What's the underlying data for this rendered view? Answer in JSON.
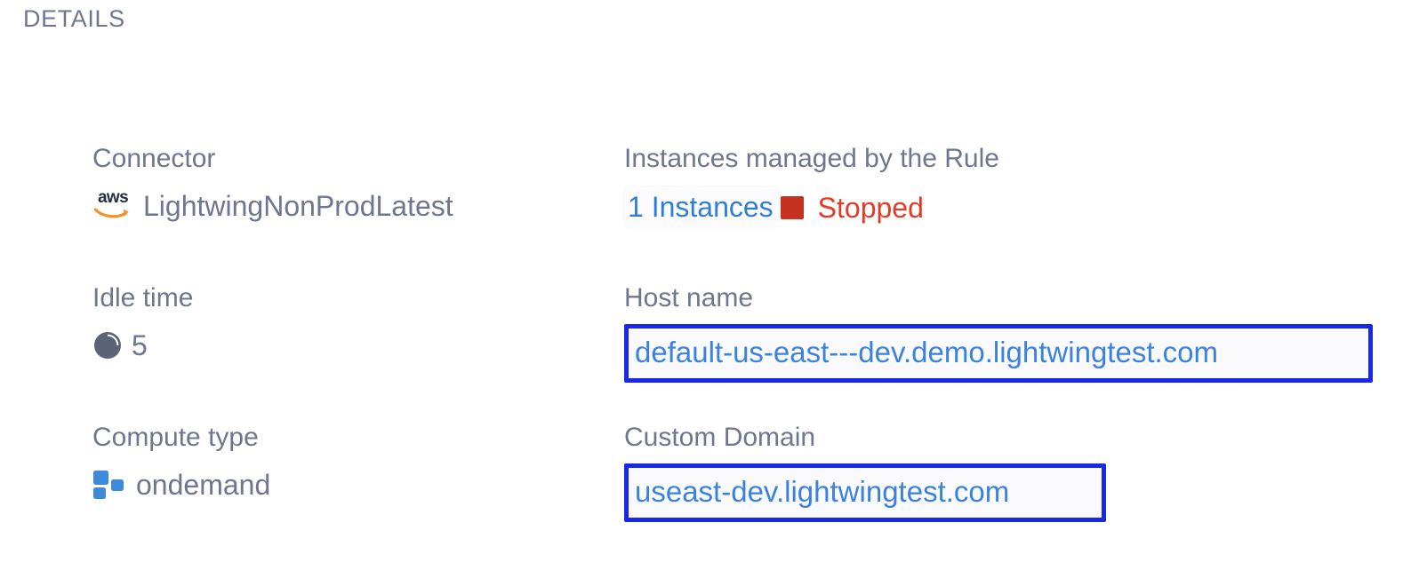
{
  "section": {
    "title": "DETAILS"
  },
  "fields": {
    "connector": {
      "label": "Connector",
      "value": "LightwingNonProdLatest",
      "icon": "aws-logo-icon",
      "icon_text": "aws"
    },
    "instances": {
      "label": "Instances managed by the Rule",
      "count_label": "1 Instances",
      "status": "Stopped",
      "status_color": "#e03c28",
      "status_swatch_color": "#c5321f"
    },
    "idle_time": {
      "label": "Idle time",
      "value": "5",
      "icon": "clock-icon"
    },
    "host_name": {
      "label": "Host name",
      "value": "default-us-east---dev.demo.lightwingtest.com",
      "highlight_color": "#1728e8"
    },
    "compute_type": {
      "label": "Compute type",
      "value": "ondemand",
      "icon": "compute-blocks-icon"
    },
    "custom_domain": {
      "label": "Custom Domain",
      "value": "useast-dev.lightwingtest.com",
      "highlight_color": "#1728e8"
    }
  },
  "colors": {
    "label_text": "#6e7690",
    "value_text": "#6e7690",
    "link_text": "#3b82e0",
    "accent_blue": "#2f7fd8",
    "page_background": "#ffffff"
  }
}
